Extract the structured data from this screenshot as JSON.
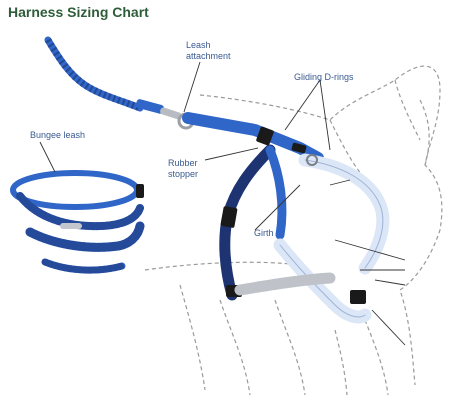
{
  "title": "Harness Sizing Chart",
  "labels": {
    "leash_attachment": [
      "Leash",
      "attachment"
    ],
    "gliding_d_rings": "Gliding D-rings",
    "bungee_leash": "Bungee leash",
    "rubber_stopper": [
      "Rubber",
      "stopper"
    ],
    "girth": "Girth"
  },
  "colors": {
    "title": "#2f5d3a",
    "label": "#3a5a8f",
    "royal_blue": "#2f66c7",
    "navy": "#1e3372",
    "light_blue": "#dbe6f7",
    "outline": "#9a9a9a",
    "buckle": "#1a1a1a"
  }
}
